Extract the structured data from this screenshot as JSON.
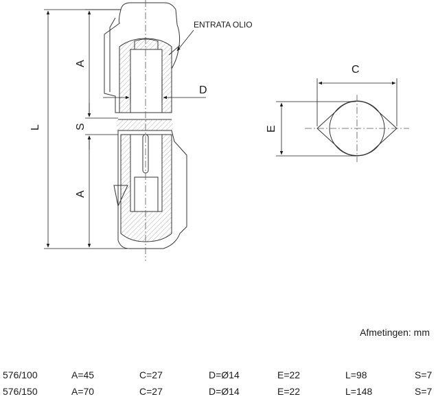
{
  "drawing": {
    "oil_inlet_label": "ENTRATA OLIO",
    "dimension_labels": {
      "L": "L",
      "A_top": "A",
      "S": "S",
      "A_bottom": "A",
      "D": "D",
      "C": "C",
      "E": "E"
    }
  },
  "units_label": "Afmetingen: mm",
  "spec_rows": [
    {
      "model": "576/100",
      "A": "A=45",
      "C": "C=27",
      "D": "D=Ø14",
      "E": "E=22",
      "L": "L=98",
      "S": "S=7"
    },
    {
      "model": "576/150",
      "A": "A=70",
      "C": "C=27",
      "D": "D=Ø14",
      "E": "E=22",
      "L": "L=148",
      "S": "S=7"
    }
  ]
}
